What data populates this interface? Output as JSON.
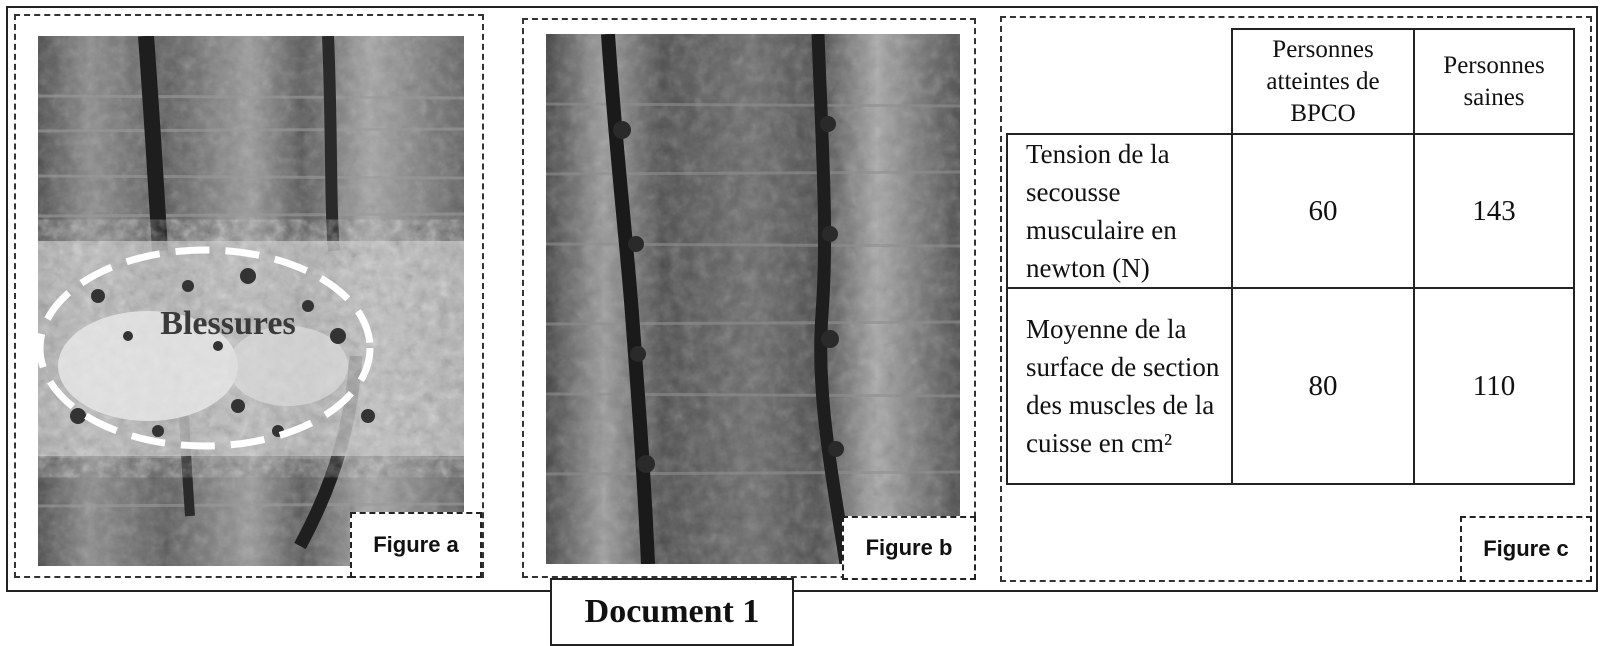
{
  "figure_a": {
    "label": "Figure a",
    "annotation": "Blessures"
  },
  "figure_b": {
    "label": "Figure b"
  },
  "figure_c": {
    "label": "Figure c",
    "table": {
      "headers": [
        "",
        "Personnes atteintes de BPCO",
        "Personnes saines"
      ],
      "rows": [
        {
          "label": "Tension de la secousse musculaire en newton (N)",
          "bpco": "60",
          "saines": "143"
        },
        {
          "label": "Moyenne de la surface de section des muscles de la cuisse en cm²",
          "bpco": "80",
          "saines": "110"
        }
      ]
    }
  },
  "document_title": "Document 1"
}
